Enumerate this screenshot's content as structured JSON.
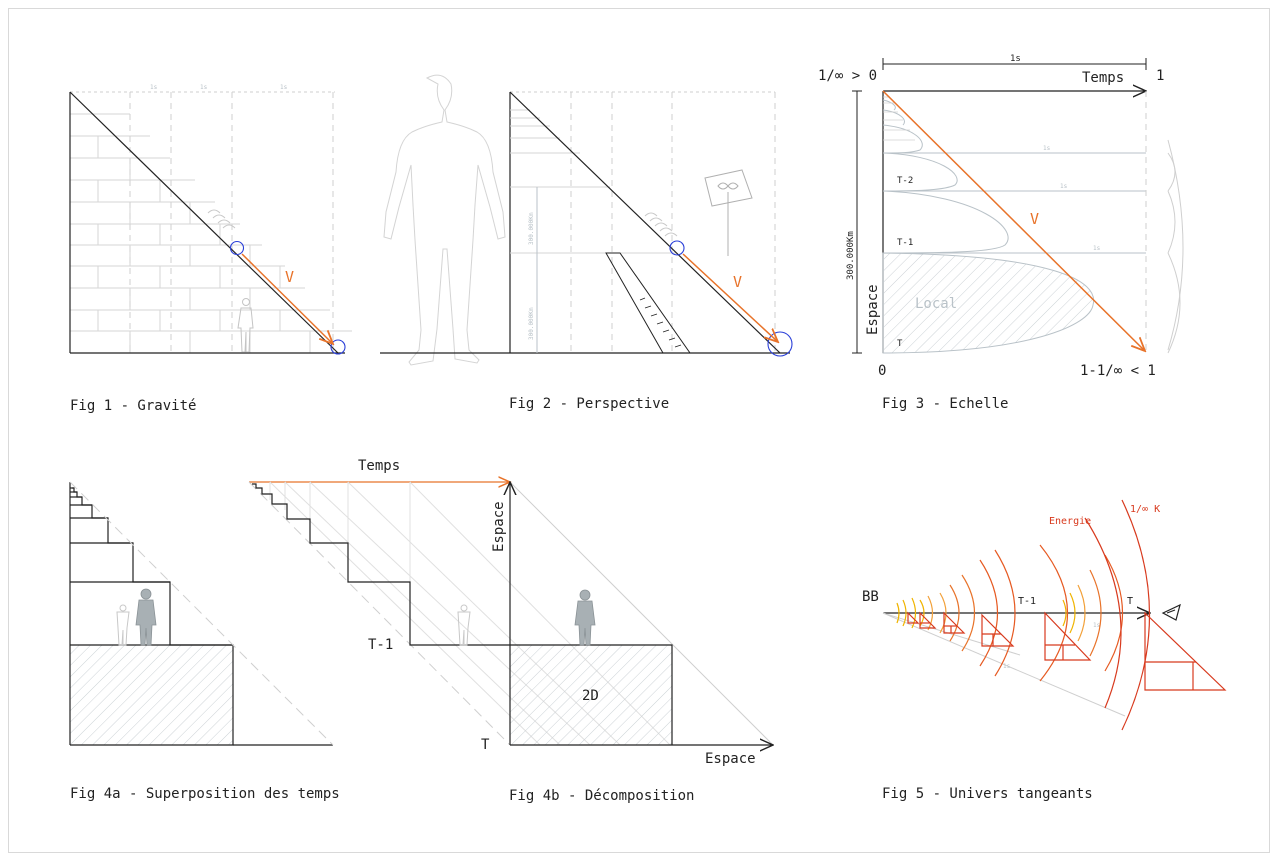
{
  "colors": {
    "accent": "#e8732a",
    "circle": "#2a3fd8",
    "faint": "#b9c2c8",
    "ink": "#222222",
    "red": "#d83a1e",
    "yellow": "#f0b400"
  },
  "captions": {
    "fig1": "Fig 1 - Gravité",
    "fig2": "Fig 2 - Perspective",
    "fig3": "Fig 3 - Echelle",
    "fig4a": "Fig 4a - Superposition des temps",
    "fig4b": "Fig 4b - Décomposition",
    "fig5": "Fig 5 - Univers tangeants"
  },
  "fig1": {
    "vector": "V",
    "tick": "1s"
  },
  "fig2": {
    "vector": "V",
    "dist": "300.000Km"
  },
  "fig3": {
    "top_left": "1/∞ > 0",
    "top_right": "1",
    "time_label": "Temps",
    "span": "1s",
    "space_label": "Espace",
    "distance": "300.000Km",
    "origin": "0",
    "bottom_right": "1-1/∞ < 1",
    "vector": "V",
    "local": "Local",
    "t2": "T-2",
    "t1": "T-1",
    "t0": "T",
    "tick": "1s"
  },
  "fig4": {
    "time_label": "Temps",
    "space_label_v": "Espace",
    "space_label_h": "Espace",
    "t1": "T-1",
    "t0": "T",
    "twod": "2D"
  },
  "fig5": {
    "bb": "BB",
    "t1": "T-1",
    "t0": "T",
    "energy": "Energie",
    "kelvin": "1/∞ K",
    "tick": "1s"
  }
}
